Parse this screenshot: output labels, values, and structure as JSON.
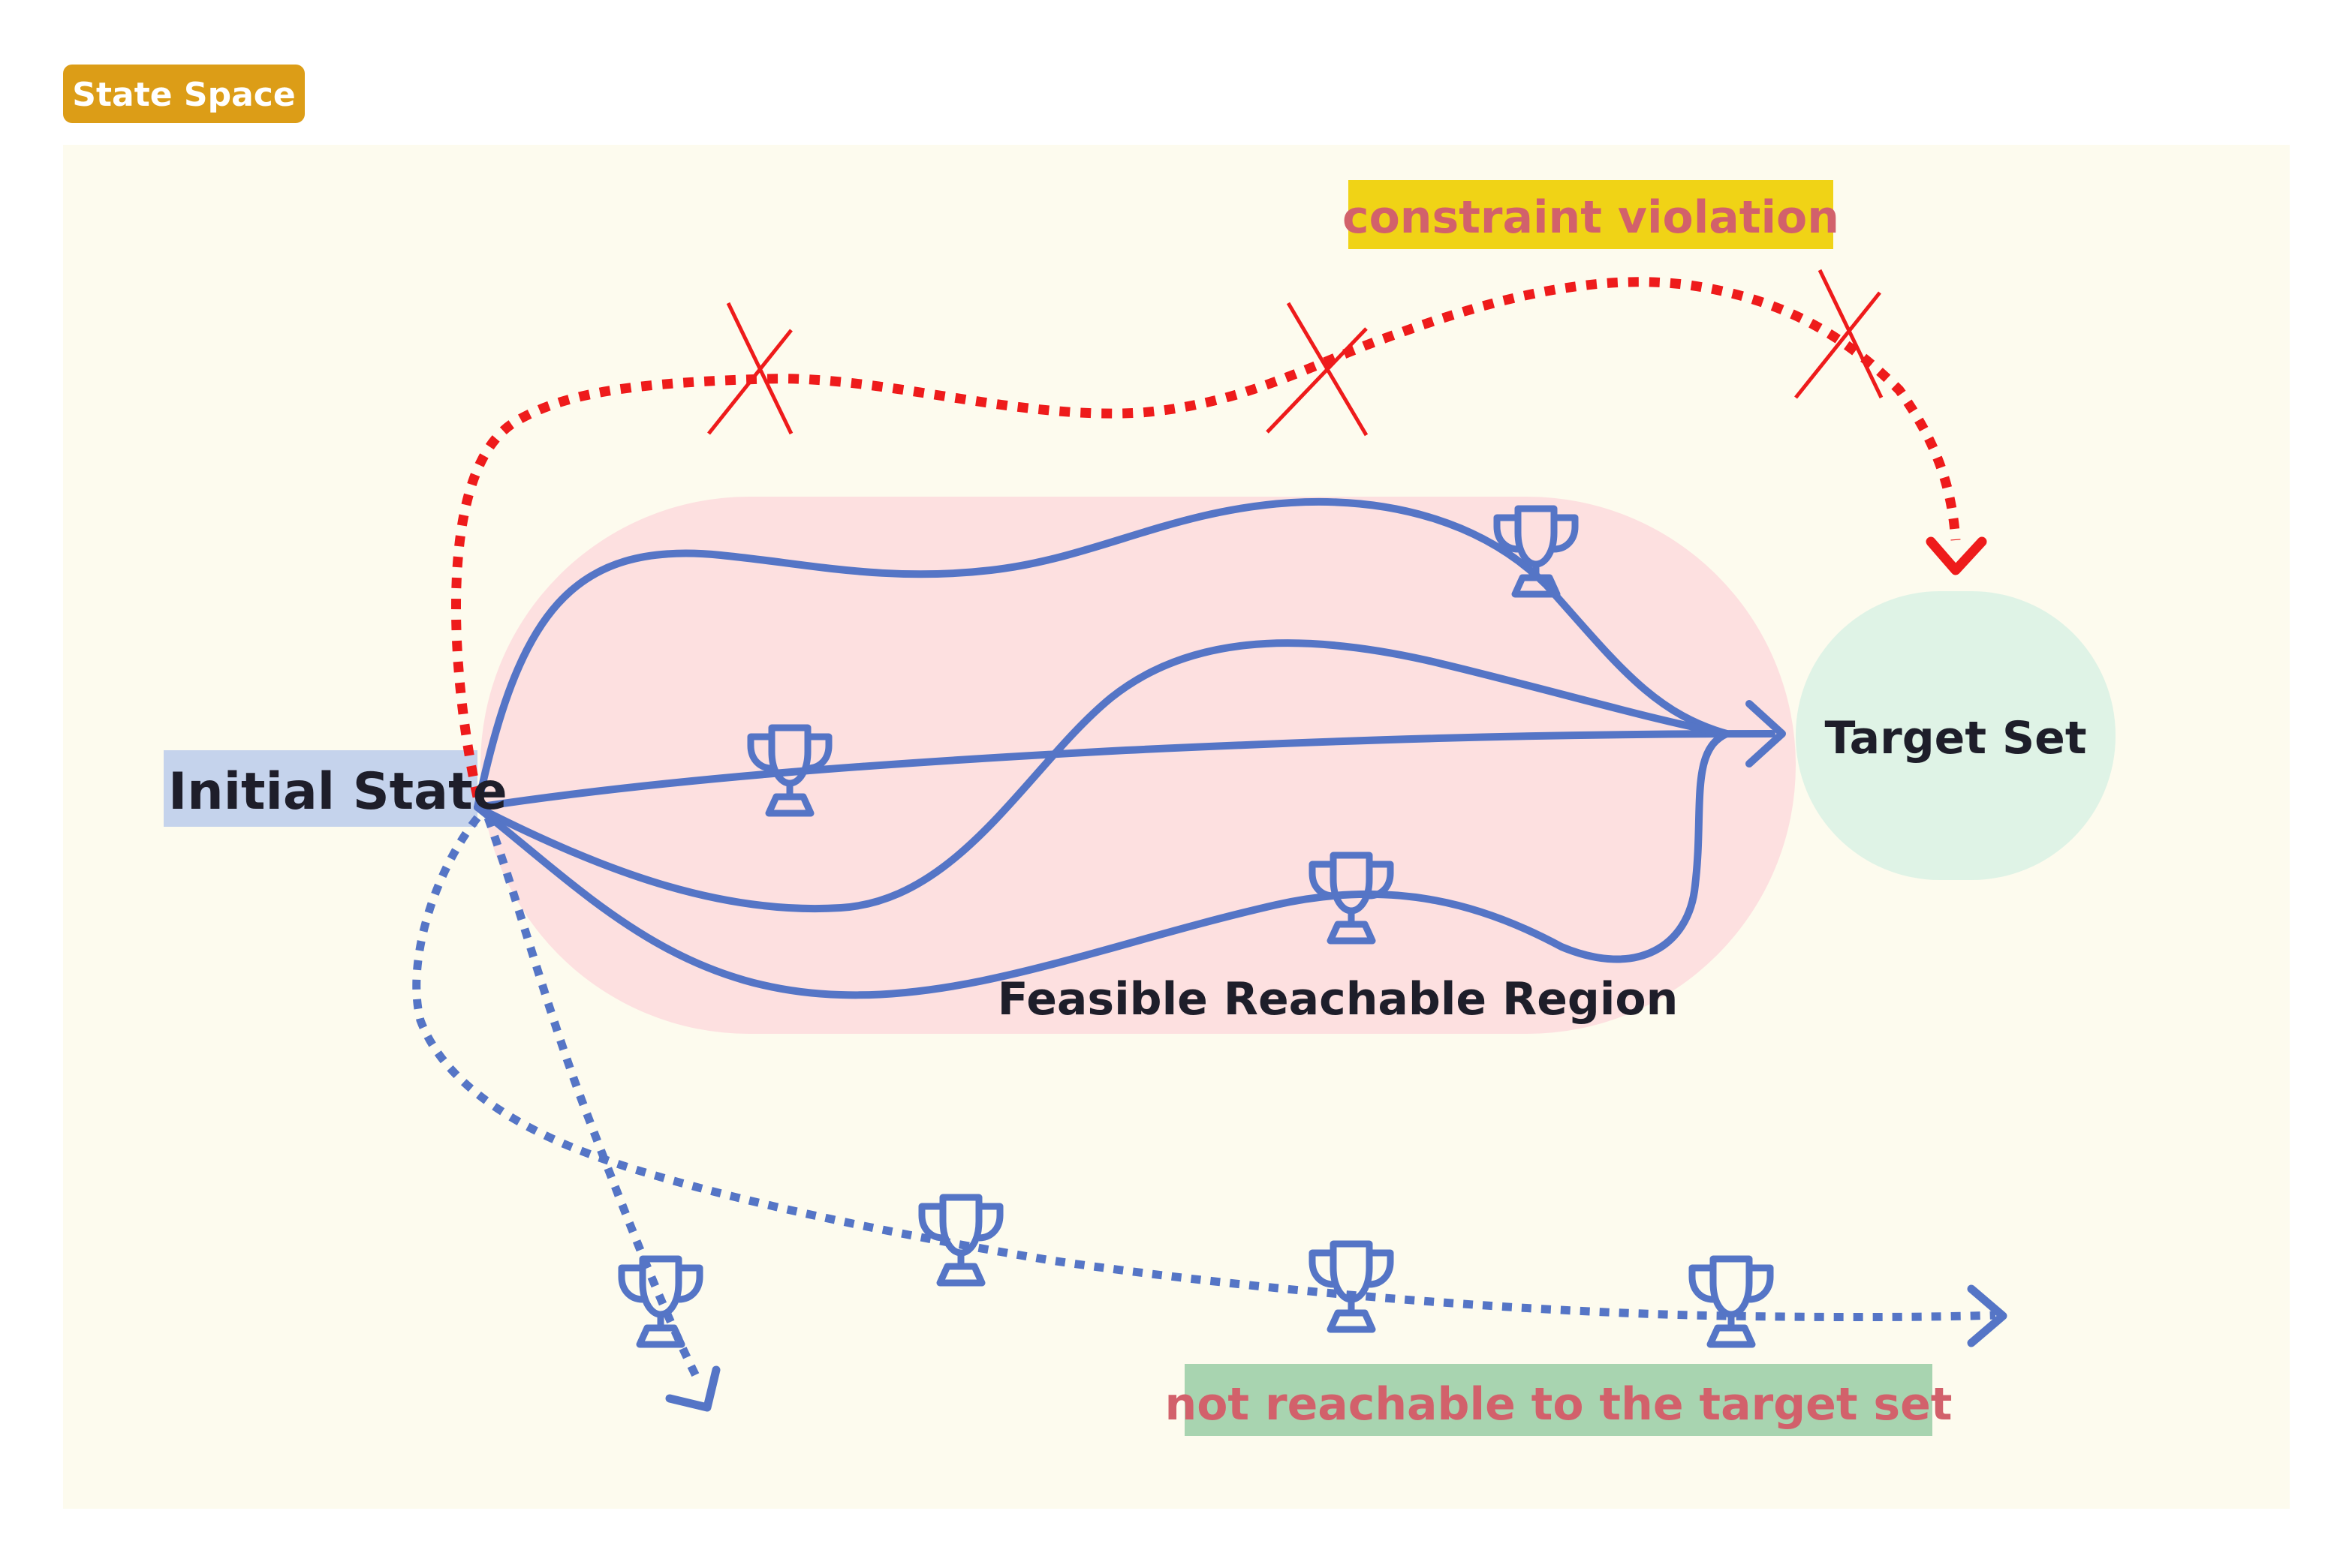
{
  "badge": {
    "label": "State Space"
  },
  "labels": {
    "initial_state": "Initial State",
    "target_set": "Target Set",
    "feasible_region": "Feasible Reachable Region",
    "constraint_violation": "constraint violation",
    "not_reachable": "not reachable to the target set"
  },
  "icons": {
    "reward": "trophy-icon",
    "violation": "cross-icon"
  },
  "colors": {
    "badge_bg": "#dc9d17",
    "state_space_bg": "#fdfbee",
    "feasible_region_bg": "#fde0e0",
    "target_set_bg": "#dff3e6",
    "initial_state_bg": "#c5d3ec",
    "path_blue": "#5575c6",
    "path_red": "#ee1b1b",
    "violation_highlight": "#f0d316",
    "not_reachable_highlight": "#a8d4b0",
    "warning_text": "#d2616b",
    "dark_text": "#1e1e2a"
  }
}
